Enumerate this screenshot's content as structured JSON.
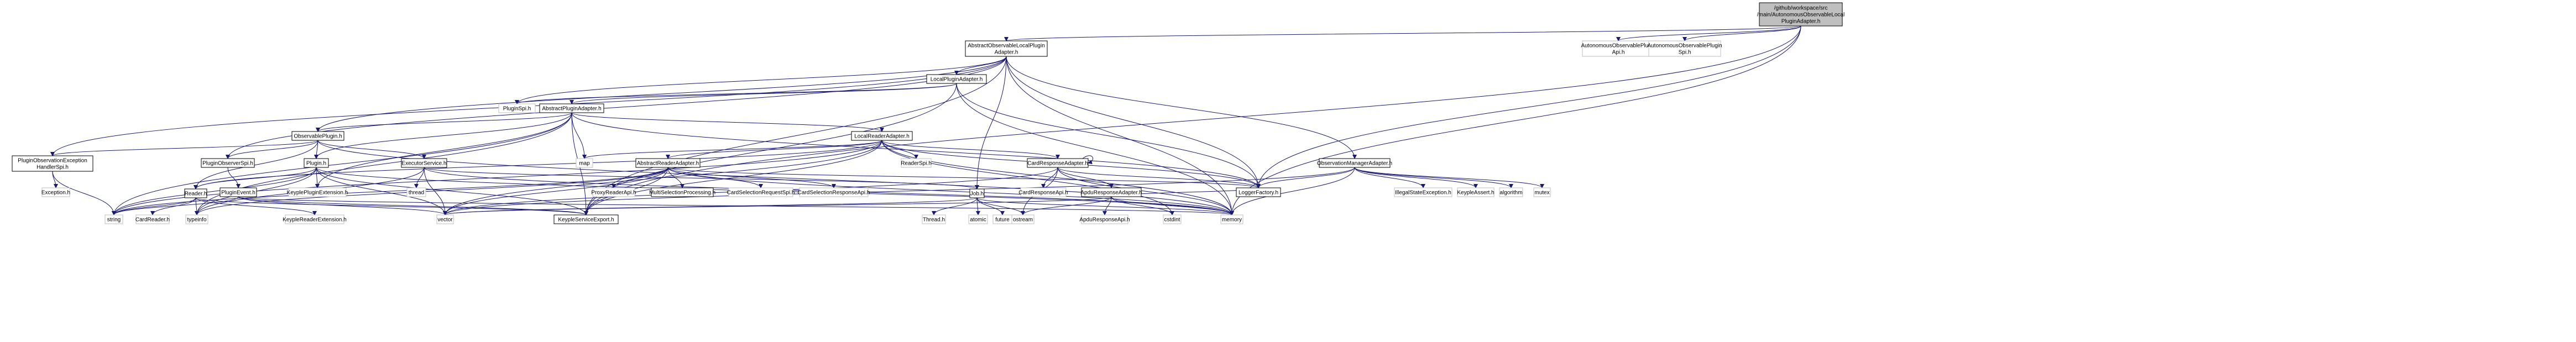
{
  "graph": {
    "edge_color": "#191970",
    "root_fill": "#bfbfbf",
    "external_border": "#bfbfbf",
    "nodes": [
      {
        "id": "root",
        "label": [
          "/github/workspace/src",
          "/main/AutonomousObservableLocal",
          "PluginAdapter.h"
        ],
        "kind": "root"
      },
      {
        "id": "aolpa",
        "label": [
          "AbstractObservableLocalPlugin",
          "Adapter.h"
        ],
        "kind": "file"
      },
      {
        "id": "aopa",
        "label": [
          "AutonomousObservablePlugin",
          "Api.h"
        ],
        "kind": "external"
      },
      {
        "id": "aops",
        "label": [
          "AutonomousObservablePlugin",
          "Spi.h"
        ],
        "kind": "external"
      },
      {
        "id": "lpa",
        "label": [
          "LocalPluginAdapter.h"
        ],
        "kind": "file"
      },
      {
        "id": "pspi",
        "label": [
          "PluginSpi.h"
        ],
        "kind": "external"
      },
      {
        "id": "apa",
        "label": [
          "AbstractPluginAdapter.h"
        ],
        "kind": "file"
      },
      {
        "id": "op",
        "label": [
          "ObservablePlugin.h"
        ],
        "kind": "file"
      },
      {
        "id": "lra",
        "label": [
          "LocalReaderAdapter.h"
        ],
        "kind": "file"
      },
      {
        "id": "poeh",
        "label": [
          "PluginObservationException",
          "HandlerSpi.h"
        ],
        "kind": "file"
      },
      {
        "id": "exc",
        "label": [
          "Exception.h"
        ],
        "kind": "external"
      },
      {
        "id": "pos",
        "label": [
          "PluginObserverSpi.h"
        ],
        "kind": "file"
      },
      {
        "id": "plugin",
        "label": [
          "Plugin.h"
        ],
        "kind": "file"
      },
      {
        "id": "exs",
        "label": [
          "ExecutorService.h"
        ],
        "kind": "file"
      },
      {
        "id": "ara",
        "label": [
          "AbstractReaderAdapter.h"
        ],
        "kind": "file"
      },
      {
        "id": "map",
        "label": [
          "map"
        ],
        "kind": "external"
      },
      {
        "id": "rspi",
        "label": [
          "ReaderSpi.h"
        ],
        "kind": "external"
      },
      {
        "id": "cra",
        "label": [
          "CardResponseAdapter.h"
        ],
        "kind": "file"
      },
      {
        "id": "oma",
        "label": [
          "ObservationManagerAdapter.h"
        ],
        "kind": "file"
      },
      {
        "id": "pe",
        "label": [
          "PluginEvent.h"
        ],
        "kind": "file"
      },
      {
        "id": "kpe",
        "label": [
          "KeyplePluginExtension.h"
        ],
        "kind": "external"
      },
      {
        "id": "thread",
        "label": [
          "thread"
        ],
        "kind": "external"
      },
      {
        "id": "prapi",
        "label": [
          "ProxyReaderApi.h"
        ],
        "kind": "external"
      },
      {
        "id": "mcp",
        "label": [
          "MultiSelectionProcessing.h"
        ],
        "kind": "file"
      },
      {
        "id": "csrspi",
        "label": [
          "CardSelectionRequestSpi.h"
        ],
        "kind": "external"
      },
      {
        "id": "csrapi",
        "label": [
          "CardSelectionResponseApi.h"
        ],
        "kind": "external"
      },
      {
        "id": "crapi",
        "label": [
          "CardResponseApi.h"
        ],
        "kind": "external"
      },
      {
        "id": "apdua",
        "label": [
          "ApduResponseAdapter.h"
        ],
        "kind": "file"
      },
      {
        "id": "lf",
        "label": [
          "LoggerFactory.h"
        ],
        "kind": "file"
      },
      {
        "id": "ise",
        "label": [
          "IllegalStateException.h"
        ],
        "kind": "external"
      },
      {
        "id": "ka",
        "label": [
          "KeypleAssert.h"
        ],
        "kind": "external"
      },
      {
        "id": "algo",
        "label": [
          "algorithm"
        ],
        "kind": "external"
      },
      {
        "id": "mutex",
        "label": [
          "mutex"
        ],
        "kind": "external"
      },
      {
        "id": "reader",
        "label": [
          "Reader.h"
        ],
        "kind": "file"
      },
      {
        "id": "job",
        "label": [
          "Job.h"
        ],
        "kind": "file"
      },
      {
        "id": "string",
        "label": [
          "string"
        ],
        "kind": "external"
      },
      {
        "id": "cardreader",
        "label": [
          "CardReader.h"
        ],
        "kind": "external"
      },
      {
        "id": "typeinfo",
        "label": [
          "typeinfo"
        ],
        "kind": "external"
      },
      {
        "id": "kre",
        "label": [
          "KeypleReaderExtension.h"
        ],
        "kind": "external"
      },
      {
        "id": "vector",
        "label": [
          "vector"
        ],
        "kind": "external"
      },
      {
        "id": "kse",
        "label": [
          "KeypleServiceExport.h"
        ],
        "kind": "file"
      },
      {
        "id": "thread_h",
        "label": [
          "Thread.h"
        ],
        "kind": "external"
      },
      {
        "id": "atomic",
        "label": [
          "atomic"
        ],
        "kind": "external"
      },
      {
        "id": "future",
        "label": [
          "future"
        ],
        "kind": "external"
      },
      {
        "id": "ostream",
        "label": [
          "ostream"
        ],
        "kind": "external"
      },
      {
        "id": "apduapi",
        "label": [
          "ApduResponseApi.h"
        ],
        "kind": "external"
      },
      {
        "id": "cstdint",
        "label": [
          "cstdint"
        ],
        "kind": "external"
      },
      {
        "id": "memory",
        "label": [
          "memory"
        ],
        "kind": "external"
      }
    ],
    "edges": [
      [
        "root",
        "aolpa"
      ],
      [
        "root",
        "aopa"
      ],
      [
        "root",
        "aops"
      ],
      [
        "root",
        "lf"
      ],
      [
        "root",
        "memory"
      ],
      [
        "root",
        "kse"
      ],
      [
        "aolpa",
        "lpa"
      ],
      [
        "aolpa",
        "pspi"
      ],
      [
        "aolpa",
        "poeh"
      ],
      [
        "aolpa",
        "pos"
      ],
      [
        "aolpa",
        "oma"
      ],
      [
        "aolpa",
        "job"
      ],
      [
        "aolpa",
        "kse"
      ],
      [
        "aolpa",
        "lf"
      ],
      [
        "aolpa",
        "memory"
      ],
      [
        "aolpa",
        "op"
      ],
      [
        "lpa",
        "apa"
      ],
      [
        "lpa",
        "pspi"
      ],
      [
        "lpa",
        "lf"
      ],
      [
        "lpa",
        "kse"
      ],
      [
        "lpa",
        "memory"
      ],
      [
        "apa",
        "lra"
      ],
      [
        "apa",
        "op"
      ],
      [
        "apa",
        "plugin"
      ],
      [
        "apa",
        "kpe"
      ],
      [
        "apa",
        "map"
      ],
      [
        "apa",
        "kse"
      ],
      [
        "apa",
        "lf"
      ],
      [
        "apa",
        "string"
      ],
      [
        "apa",
        "typeinfo"
      ],
      [
        "op",
        "poeh"
      ],
      [
        "op",
        "pos"
      ],
      [
        "op",
        "plugin"
      ],
      [
        "op",
        "exs"
      ],
      [
        "op",
        "memory"
      ],
      [
        "op",
        "reader"
      ],
      [
        "lra",
        "ara"
      ],
      [
        "lra",
        "cra"
      ],
      [
        "lra",
        "rspi"
      ],
      [
        "lra",
        "map"
      ],
      [
        "lra",
        "lf"
      ],
      [
        "lra",
        "kse"
      ],
      [
        "lra",
        "memory"
      ],
      [
        "lra",
        "string"
      ],
      [
        "lra",
        "vector"
      ],
      [
        "lra",
        "reader"
      ],
      [
        "lra",
        "cstdint"
      ],
      [
        "poeh",
        "exc"
      ],
      [
        "poeh",
        "string"
      ],
      [
        "pos",
        "pe"
      ],
      [
        "plugin",
        "reader"
      ],
      [
        "plugin",
        "kpe"
      ],
      [
        "plugin",
        "string"
      ],
      [
        "plugin",
        "typeinfo"
      ],
      [
        "plugin",
        "vector"
      ],
      [
        "plugin",
        "memory"
      ],
      [
        "plugin",
        "kse"
      ],
      [
        "exs",
        "job"
      ],
      [
        "exs",
        "thread"
      ],
      [
        "exs",
        "vector"
      ],
      [
        "exs",
        "memory"
      ],
      [
        "exs",
        "typeinfo"
      ],
      [
        "ara",
        "prapi"
      ],
      [
        "ara",
        "mcp"
      ],
      [
        "ara",
        "csrspi"
      ],
      [
        "ara",
        "csrapi"
      ],
      [
        "ara",
        "lf"
      ],
      [
        "ara",
        "kse"
      ],
      [
        "ara",
        "vector"
      ],
      [
        "ara",
        "memory"
      ],
      [
        "ara",
        "typeinfo"
      ],
      [
        "ara",
        "string"
      ],
      [
        "cra",
        "crapi"
      ],
      [
        "cra",
        "apdua"
      ],
      [
        "cra",
        "lf"
      ],
      [
        "cra",
        "ostream"
      ],
      [
        "cra",
        "vector"
      ],
      [
        "cra",
        "memory"
      ],
      [
        "cra",
        "cra"
      ],
      [
        "oma",
        "lf"
      ],
      [
        "oma",
        "ise"
      ],
      [
        "oma",
        "ka"
      ],
      [
        "oma",
        "algo"
      ],
      [
        "oma",
        "mutex"
      ],
      [
        "oma",
        "memory"
      ],
      [
        "oma",
        "vector"
      ],
      [
        "pe",
        "string"
      ],
      [
        "pe",
        "vector"
      ],
      [
        "pe",
        "memory"
      ],
      [
        "pe",
        "kse"
      ],
      [
        "reader",
        "cardreader"
      ],
      [
        "reader",
        "kre"
      ],
      [
        "reader",
        "string"
      ],
      [
        "reader",
        "typeinfo"
      ],
      [
        "reader",
        "kse"
      ],
      [
        "job",
        "thread_h"
      ],
      [
        "job",
        "atomic"
      ],
      [
        "job",
        "future"
      ],
      [
        "job",
        "ostream"
      ],
      [
        "job",
        "vector"
      ],
      [
        "job",
        "memory"
      ],
      [
        "apdua",
        "apduapi"
      ],
      [
        "apdua",
        "ostream"
      ],
      [
        "apdua",
        "cstdint"
      ],
      [
        "apdua",
        "vector"
      ],
      [
        "apdua",
        "memory"
      ],
      [
        "apdua",
        "lf"
      ]
    ]
  }
}
